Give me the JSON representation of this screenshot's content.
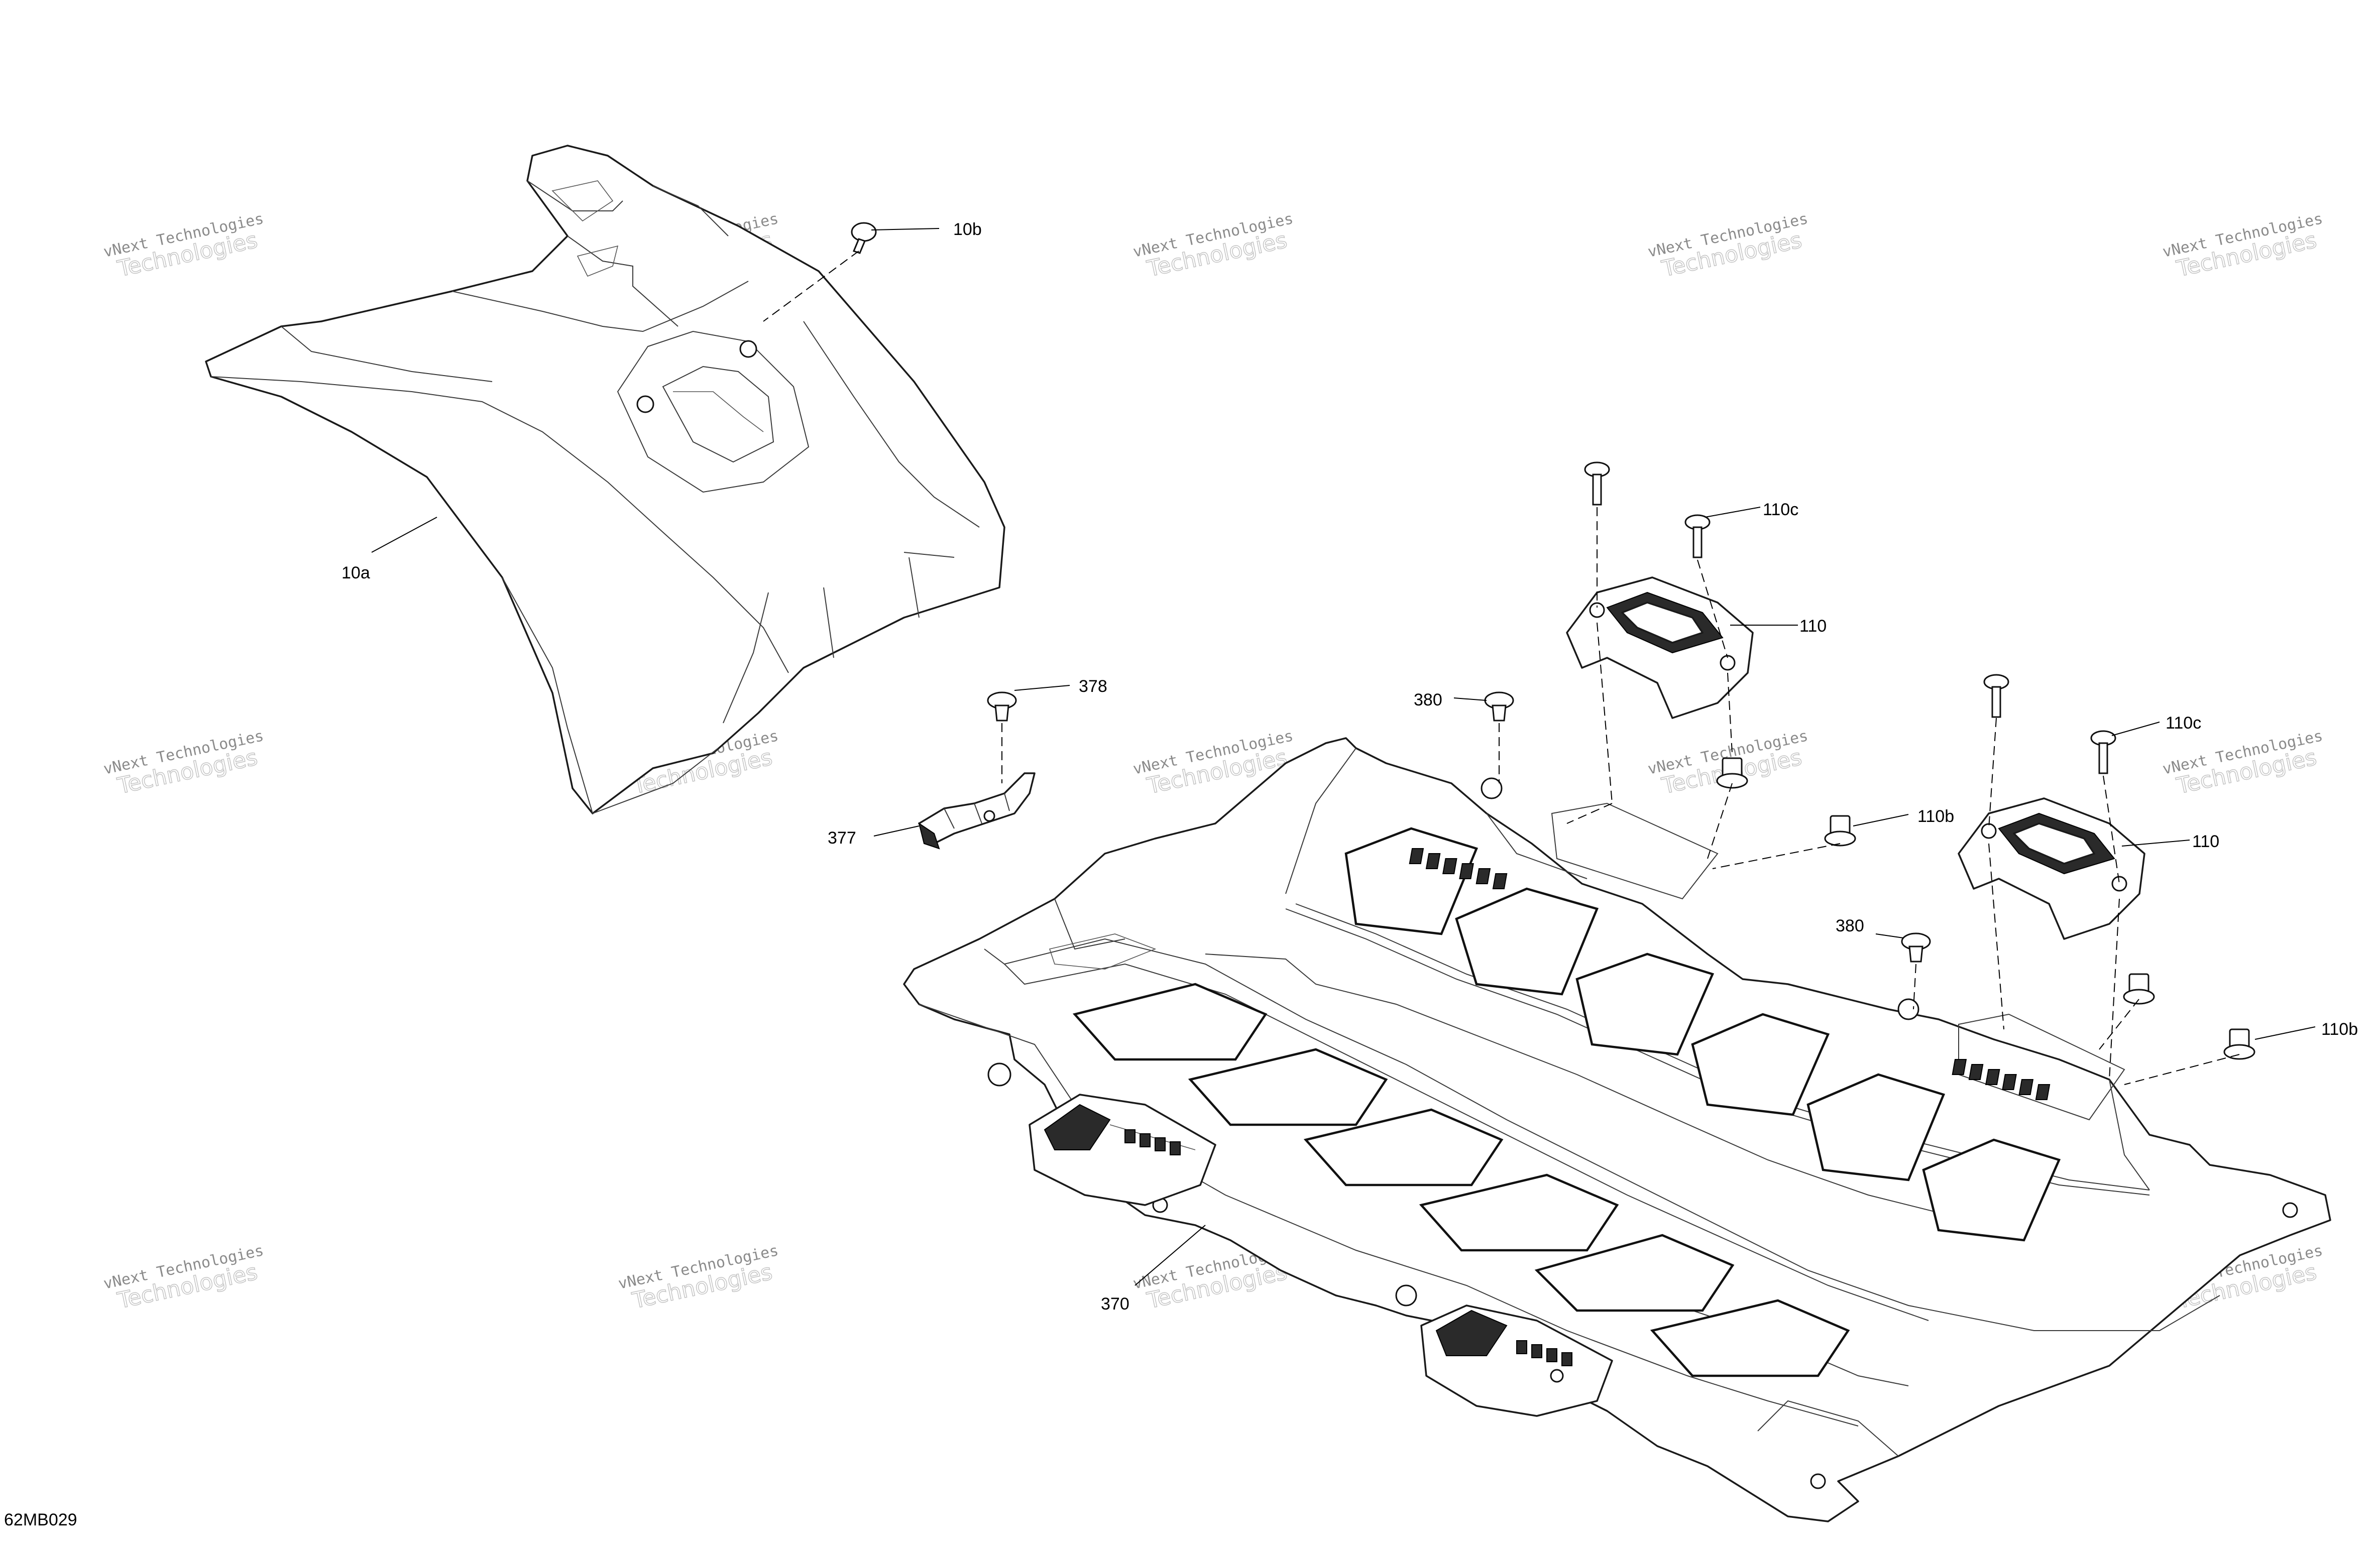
{
  "diagram": {
    "figure_code": "62MB029",
    "callouts": {
      "c10a": "10a",
      "c10b": "10b",
      "c110c_1": "110c",
      "c110_1": "110",
      "c110c_2": "110c",
      "c110_2": "110",
      "c110b_1": "110b",
      "c110b_2": "110b",
      "c380_1": "380",
      "c380_2": "380",
      "c377": "377",
      "c378": "378",
      "c370": "370"
    },
    "watermark": {
      "line1": "vNext Technologies",
      "line2": "Technologies"
    }
  }
}
